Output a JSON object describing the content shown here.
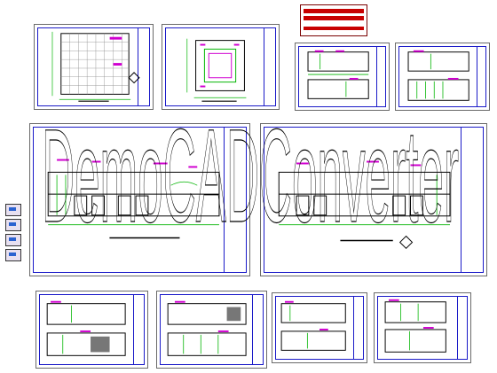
{
  "document": {
    "watermark_text": "DemoCADConverter"
  },
  "colors": {
    "frame": "#1a1ac8",
    "border": "#6a6a6a",
    "wall": "#000000",
    "dimension": "#00b400",
    "annotation": "#d000d0",
    "badge_red": "#c80000"
  },
  "sheets": [
    {
      "id": "floor-plan"
    },
    {
      "id": "ceiling-plan"
    },
    {
      "id": "elevation-sheet-1"
    },
    {
      "id": "elevation-sheet-2"
    },
    {
      "id": "main-elevation-left"
    },
    {
      "id": "main-elevation-right"
    },
    {
      "id": "detail-sheet-1"
    },
    {
      "id": "detail-sheet-2"
    },
    {
      "id": "detail-sheet-3"
    },
    {
      "id": "detail-sheet-4"
    }
  ],
  "layout_tabs": [
    {
      "icon": "layout-tab-icon"
    },
    {
      "icon": "layout-tab-icon"
    },
    {
      "icon": "layout-tab-icon"
    },
    {
      "icon": "layout-tab-icon"
    }
  ]
}
